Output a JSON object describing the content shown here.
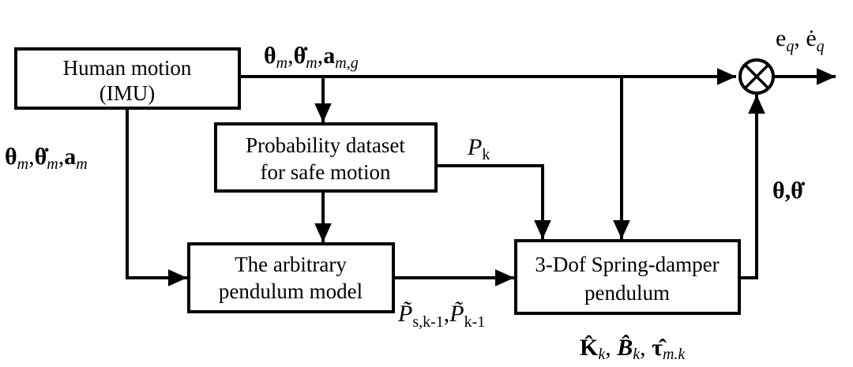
{
  "blocks": {
    "human_motion": {
      "line1": "Human motion",
      "line2": "(IMU)"
    },
    "probability_dataset": {
      "line1": "Probability dataset",
      "line2": "for safe motion"
    },
    "arbitrary_pendulum": {
      "line1": "The arbitrary",
      "line2": "pendulum model"
    },
    "spring_damper": {
      "line1": "3-Dof Spring-damper",
      "line2": "pendulum"
    }
  },
  "signals": {
    "imu_top": {
      "theta": "θ",
      "sub_m1": "m",
      "comma1": ",",
      "theta_dot": "θ̇",
      "sub_m2": "m",
      "comma2": ",",
      "a": "a",
      "sub_mg": "m,g"
    },
    "imu_left": {
      "theta": "θ",
      "sub_m1": "m",
      "comma1": ",",
      "theta_dot": "θ̇",
      "sub_m2": "m",
      "comma2": ",",
      "a": "a",
      "sub_m3": "m"
    },
    "pk": {
      "p": "P",
      "sub": "k"
    },
    "p_tilde": {
      "p1": "P̃",
      "sub1": "s,k-1",
      "comma": ",",
      "p2": "P̃",
      "sub2": "k-1"
    },
    "params": {
      "k": "K̂",
      "sub_k": "k",
      "c1": ", ",
      "b": "B̂",
      "sub_b": "k",
      "c2": ", ",
      "tau": "τ̂",
      "sub_tau": "m.k"
    },
    "feedback": {
      "text": "θ,θ̇"
    },
    "error": {
      "e1": "e",
      "sub1": "q",
      "comma": ", ",
      "e2": "ė",
      "sub2": "q"
    }
  },
  "icons": {
    "summing_junction": "circle-cross-icon",
    "arrowhead": "filled-triangle-arrow"
  }
}
